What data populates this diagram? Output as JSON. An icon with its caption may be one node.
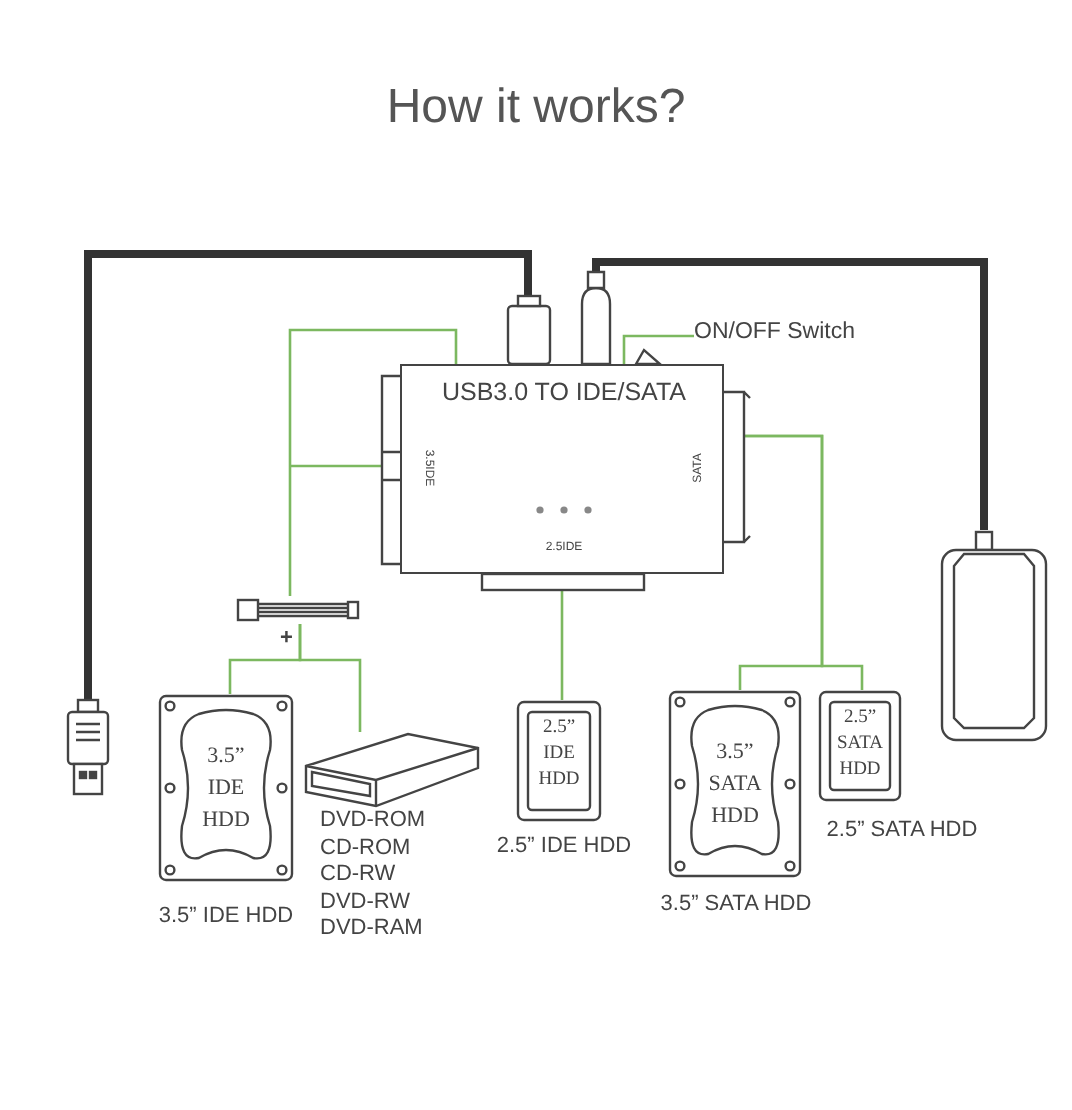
{
  "diagram": {
    "title": "How it works?",
    "nodes": [
      {
        "text": [
          "USB3.0 TO IDE/SATA",
          "3.5IDE",
          "SATA",
          "2.5IDE"
        ]
      },
      {
        "text": [
          "ON/OFF Switch"
        ]
      },
      {
        "text": [],
        "shape": "picture"
      },
      {
        "text": [],
        "shape": "picture"
      },
      {
        "text": [],
        "shape": "picture"
      },
      {
        "text": [
          "3.5” IDE HDD"
        ],
        "beside": [
          "3.5”  IDE HDD"
        ]
      },
      {
        "text": [],
        "shape": "picture",
        "beside": [
          "DVD-ROM",
          "CD-ROM",
          "CD-RW",
          "DVD-RW",
          "DVD-RAM"
        ]
      },
      {
        "text": [
          "2.5” IDE HDD"
        ],
        "beside": [
          "2.5”  IDE HDD"
        ]
      },
      {
        "text": [
          "3.5” SATA HDD"
        ],
        "beside": [
          "3.5”  SATA HDD"
        ]
      },
      {
        "text": [
          "2.5” SATA HDD"
        ],
        "beside": [
          "2.5”  SATA HDD"
        ]
      }
    ],
    "edges": [
      {
        "from": 1,
        "to": 0,
        "arrow": "none"
      },
      {
        "from": 0,
        "to": 2,
        "arrow": "none",
        "style": "thick",
        "color": "#333333"
      },
      {
        "from": 0,
        "to": 3,
        "arrow": "none",
        "style": "thick",
        "color": "#333333"
      },
      {
        "from": 0,
        "to": 4,
        "arrow": "none"
      },
      {
        "from": 4,
        "to": 5,
        "arrow": "none"
      },
      {
        "from": 4,
        "to": 6,
        "arrow": "none"
      },
      {
        "from": 0,
        "to": 7,
        "arrow": "none"
      },
      {
        "from": 0,
        "to": 8,
        "arrow": "none"
      },
      {
        "from": 0,
        "to": 9,
        "arrow": "none"
      }
    ],
    "labels": [
      "+"
    ]
  }
}
